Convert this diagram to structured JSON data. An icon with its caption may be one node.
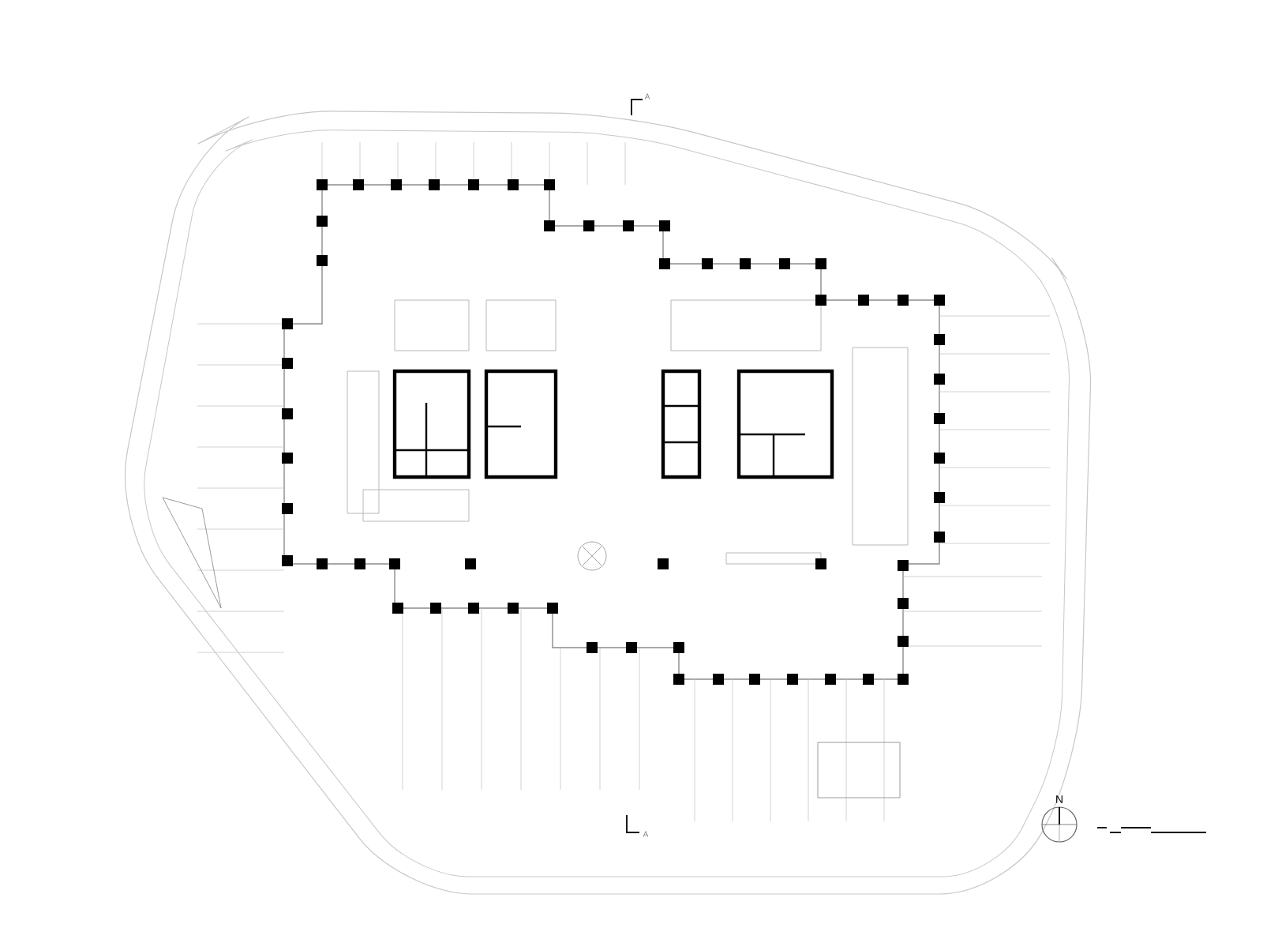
{
  "diagram": {
    "labels": [
      "A",
      "N",
      "A"
    ]
  }
}
